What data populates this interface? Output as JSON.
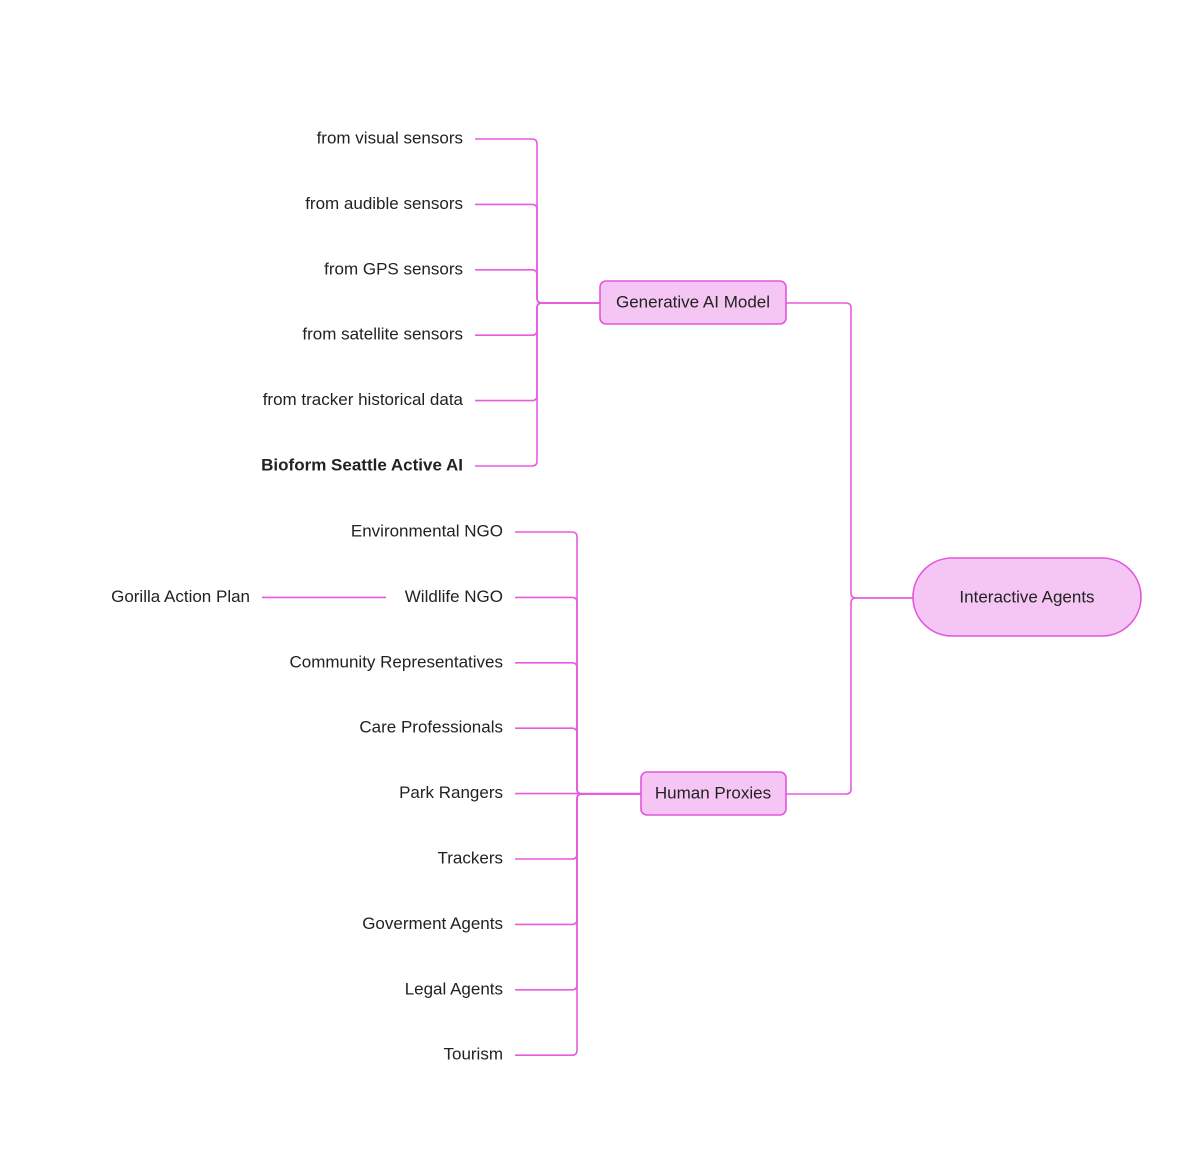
{
  "colors": {
    "line": "#e85be0",
    "node_fill": "#f5c6f3",
    "node_stroke": "#e455dc",
    "text": "#222222"
  },
  "root": {
    "label": "Interactive Agents"
  },
  "branches": {
    "generative": {
      "label": "Generative AI Model",
      "children": [
        {
          "label": "from  visual sensors"
        },
        {
          "label": "from audible sensors"
        },
        {
          "label": "from GPS sensors"
        },
        {
          "label": "from satellite sensors"
        },
        {
          "label": "from tracker historical data"
        },
        {
          "label": "Bioform Seattle Active AI",
          "bold": true
        }
      ]
    },
    "human": {
      "label": "Human Proxies",
      "children": [
        {
          "label": "Environmental NGO"
        },
        {
          "label": "Wildlife NGO",
          "child": "Gorilla Action Plan"
        },
        {
          "label": "Community Representatives"
        },
        {
          "label": "Care Professionals"
        },
        {
          "label": "Park Rangers"
        },
        {
          "label": "Trackers"
        },
        {
          "label": "Goverment Agents"
        },
        {
          "label": "Legal Agents"
        },
        {
          "label": "Tourism"
        }
      ]
    }
  }
}
